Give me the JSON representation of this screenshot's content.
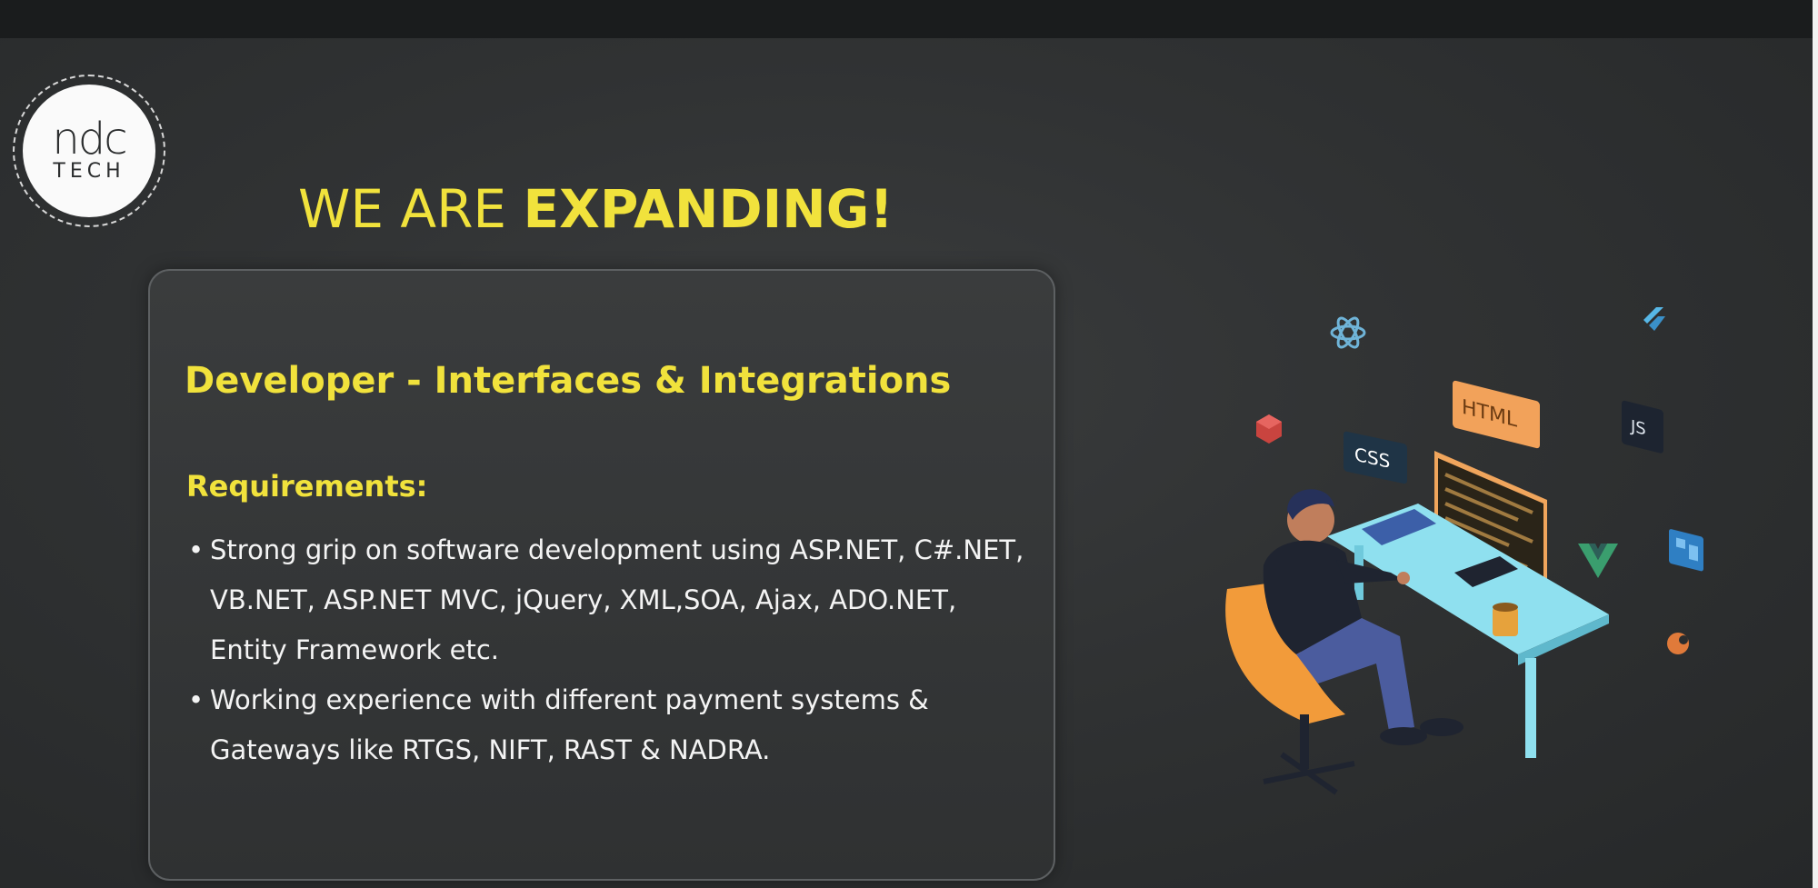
{
  "logo": {
    "mark": "ndc",
    "word": "TECH"
  },
  "headline": {
    "light": "WE ARE ",
    "bold": "EXPANDING!"
  },
  "card": {
    "role_title": "Developer - Interfaces & Integrations",
    "requirements_label": "Requirements:",
    "requirements": [
      "Strong grip on software development using ASP.NET, C#.NET, VB.NET, ASP.NET MVC, jQuery, XML,SOA, Ajax, ADO.NET, Entity Framework etc.",
      "Working experience with different payment systems & Gateways like RTGS, NIFT, RAST & NADRA."
    ]
  },
  "illustration": {
    "html_tag": "HTML",
    "css_tag": "CSS",
    "js_tag": "JS",
    "colors": {
      "accent_yellow": "#f1e23c",
      "html_orange": "#f2a25a",
      "desk_cyan": "#8fe0ef",
      "chair_orange": "#f29b3a",
      "shirt_dark": "#1f2430",
      "pants_blue": "#4b5c9e"
    }
  },
  "colors": {
    "background": "#2b2d2e",
    "card_border": "#5d6062",
    "text_light": "#f4f4f4"
  }
}
